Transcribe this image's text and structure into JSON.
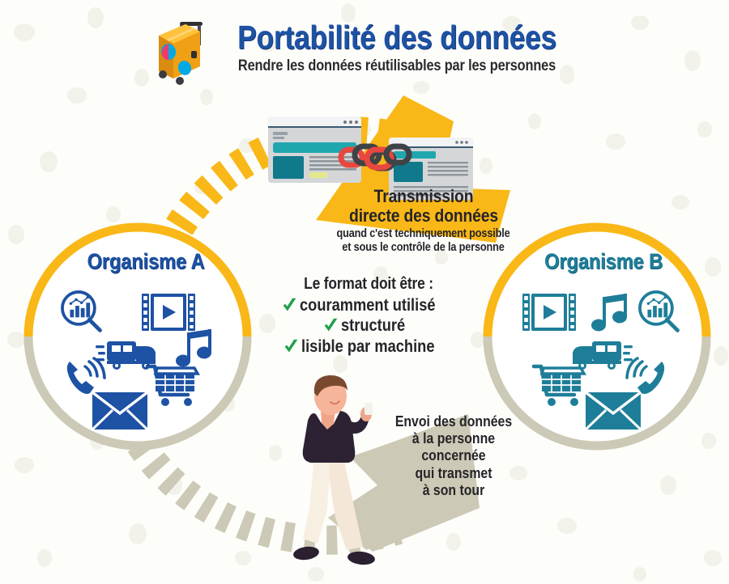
{
  "header": {
    "title": "Portabilité des données",
    "subtitle": "Rendre les données réutilisables par les personnes",
    "suitcase_icon": "suitcase-icon"
  },
  "colors": {
    "background": "#FDFDFA",
    "blob": "#F2F2EA",
    "blue": "#1D52A4",
    "teal": "#1E7E99",
    "yellow": "#F9B817",
    "beige": "#CCC9B6",
    "green": "#20A04A",
    "dark_text": "#262428",
    "chain_dark": "#3F4247",
    "chain_red": "#E8473F"
  },
  "organisme_a": {
    "label": "Organisme A",
    "color": "#1D52A4",
    "ring_top_color": "#F9B817",
    "ring_bottom_color": "#CCC9B6",
    "icons": [
      "chart-magnifier-icon",
      "film-strip-icon",
      "delivery-truck-icon",
      "music-note-icon",
      "phone-ringing-icon",
      "shopping-cart-icon",
      "envelope-icon"
    ]
  },
  "organisme_b": {
    "label": "Organisme B",
    "color": "#1E7E99",
    "ring_top_color": "#F9B817",
    "ring_bottom_color": "#CCC9B6",
    "icons": [
      "film-strip-icon",
      "music-note-icon",
      "chart-magnifier-icon",
      "delivery-truck-icon",
      "shopping-cart-icon",
      "phone-ringing-icon",
      "envelope-icon"
    ]
  },
  "transmission": {
    "heading_line1": "Transmission",
    "heading_line2": "directe des données",
    "note_line1": "quand c'est techniquement possible",
    "note_line2": "et sous le contrôle de la personne",
    "arrow": "curved-dashed-arrow-yellow",
    "illustration": [
      "browser-window-icon",
      "chain-link-icon",
      "browser-window-icon"
    ]
  },
  "format": {
    "heading": "Le format doit être :",
    "items": [
      {
        "check": "check-icon",
        "label": "couramment utilisé"
      },
      {
        "check": "check-icon",
        "label": "structuré"
      },
      {
        "check": "check-icon",
        "label": "lisible par machine"
      }
    ]
  },
  "envoi": {
    "line1": "Envoi des données",
    "line2": "à la personne",
    "line3": "concernée",
    "line4": "qui transmet",
    "line5": "à son tour",
    "arrow": "curved-dashed-arrow-gray",
    "illustration": "walking-person-with-phone-icon"
  }
}
